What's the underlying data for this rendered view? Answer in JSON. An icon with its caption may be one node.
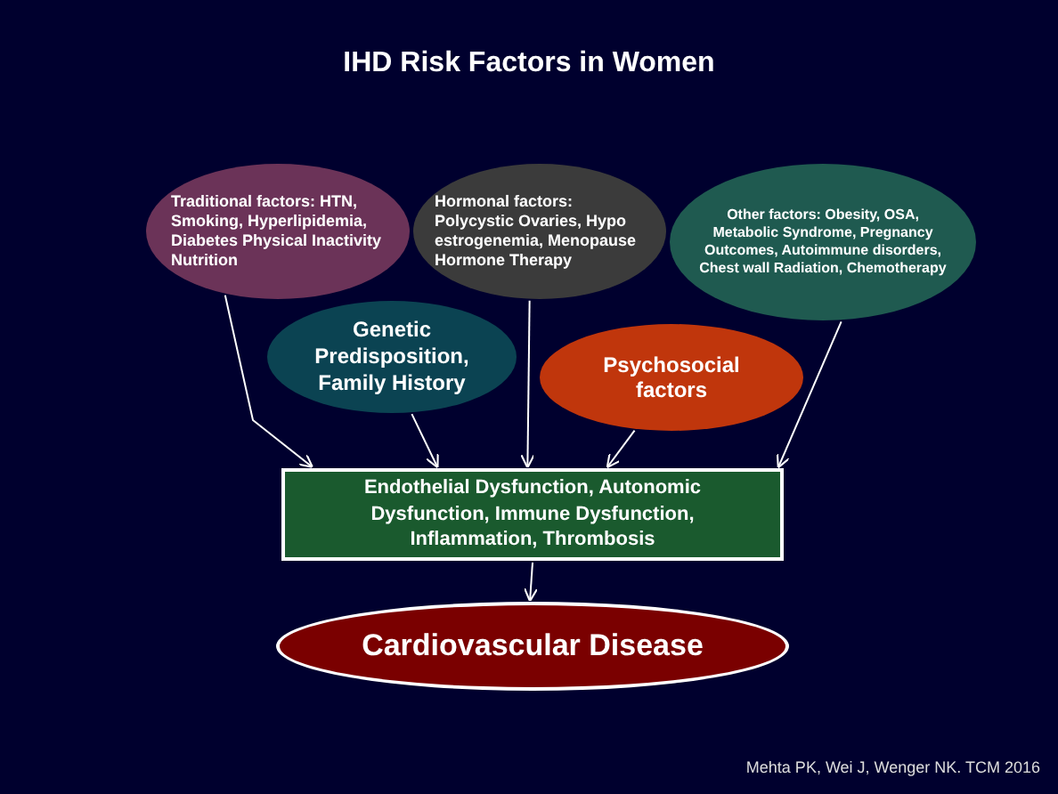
{
  "diagram": {
    "title": "IHD Risk Factors in Women",
    "nodes": [
      {
        "text": [
          "Traditional factors: HTN, Smoking, Hyperlipidemia, Diabetes Physical Inactivity Nutrition"
        ]
      },
      {
        "text": [
          "Hormonal factors: Polycystic Ovaries, Hypo estrogenemia, Menopause Hormone Therapy"
        ]
      },
      {
        "text": [
          "Other factors: Obesity, OSA, Metabolic Syndrome, Pregnancy Outcomes, Autoimmune disorders, Chest wall Radiation, Chemotherapy"
        ]
      },
      {
        "text": [
          "Genetic Predisposition, Family History"
        ]
      },
      {
        "text": [
          "Psychosocial factors"
        ]
      },
      {
        "text": [
          "Endothelial Dysfunction, Autonomic Dysfunction, Immune Dysfunction, Inflammation, Thrombosis"
        ]
      },
      {
        "text": [
          "Cardiovascular Disease"
        ]
      }
    ],
    "edges": [
      {
        "from": 0,
        "to": 5,
        "arrow": "to"
      },
      {
        "from": 3,
        "to": 5,
        "arrow": "to"
      },
      {
        "from": 1,
        "to": 5,
        "arrow": "to"
      },
      {
        "from": 4,
        "to": 5,
        "arrow": "to"
      },
      {
        "from": 2,
        "to": 5,
        "arrow": "to"
      },
      {
        "from": 5,
        "to": 6,
        "arrow": "to"
      }
    ],
    "labels": [
      "Mehta PK, Wei J, Wenger NK. TCM 2016"
    ]
  }
}
